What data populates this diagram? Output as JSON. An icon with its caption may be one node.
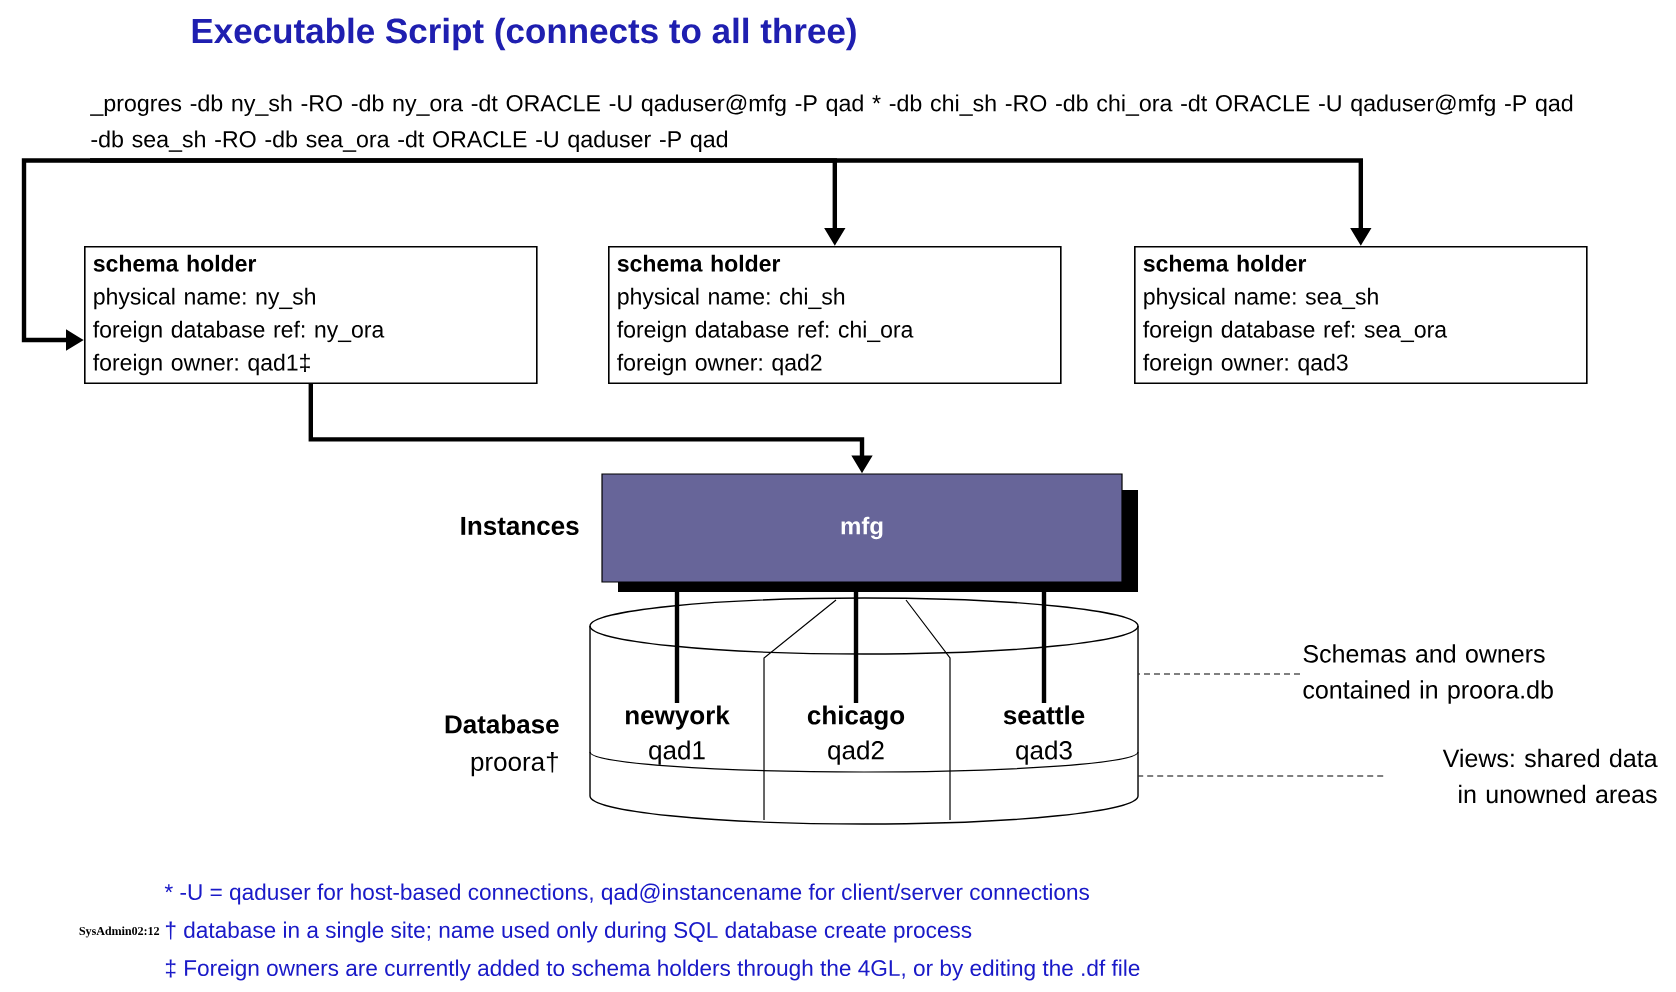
{
  "diagram": {
    "title": "Executable Script (connects to all three)",
    "nodes": [
      {
        "text": [
          "_progres -db ny_sh -RO -db ny_ora -dt ORACLE  -U qaduser@mfg -P qad * -db chi_sh -RO -db chi_ora -dt ORACLE -U qaduser@mfg -P qad -db sea_sh -RO -db sea_ora -dt ORACLE  -U qaduser -P qad"
        ]
      },
      {
        "text": [
          "schema holder",
          "physical name: ny_sh",
          "foreign database ref: ny_ora",
          "foreign owner: qad1‡"
        ]
      },
      {
        "text": [
          "schema holder",
          "physical name: chi_sh",
          "foreign database ref: chi_ora",
          "foreign owner: qad2"
        ]
      },
      {
        "text": [
          "schema holder",
          "physical name: sea_sh",
          "foreign database ref: sea_ora",
          "foreign owner: qad3"
        ]
      },
      {
        "text": [
          "mfg"
        ],
        "beside": [
          "Instances"
        ]
      },
      {
        "text": [],
        "shape": "cylinder",
        "beside": [
          "Database",
          "proora†"
        ]
      },
      {
        "text": [
          "newyork",
          "qad1"
        ],
        "in": 5
      },
      {
        "text": [
          "chicago",
          "qad2"
        ],
        "in": 5
      },
      {
        "text": [
          "seattle",
          "qad3"
        ],
        "in": 5
      },
      {
        "text": [
          "Schemas and owners contained in proora.db"
        ]
      },
      {
        "text": [
          "Views: shared data in unowned areas"
        ]
      }
    ],
    "edges": [
      {
        "from": 0,
        "to": 1,
        "arrow": "to"
      },
      {
        "from": 0,
        "to": 2,
        "arrow": "to"
      },
      {
        "from": 0,
        "to": 3,
        "arrow": "to"
      },
      {
        "from": 1,
        "to": 4,
        "arrow": "to"
      },
      {
        "from": 4,
        "to": 6,
        "arrow": "none"
      },
      {
        "from": 4,
        "to": 7,
        "arrow": "none"
      },
      {
        "from": 4,
        "to": 8,
        "arrow": "none"
      },
      {
        "from": 9,
        "to": 5,
        "arrow": "none",
        "style": "dashed"
      },
      {
        "from": 10,
        "to": 5,
        "arrow": "none",
        "style": "dashed"
      }
    ],
    "labels": [
      "* -U = qaduser for host-based connections, qad@instancename for client/server connections",
      "SysAdmin02:12",
      "† database in a single site; name used only during SQL database create process",
      "‡ Foreign owners are currently added to schema holders through the 4GL, or by editing the .df file"
    ]
  }
}
